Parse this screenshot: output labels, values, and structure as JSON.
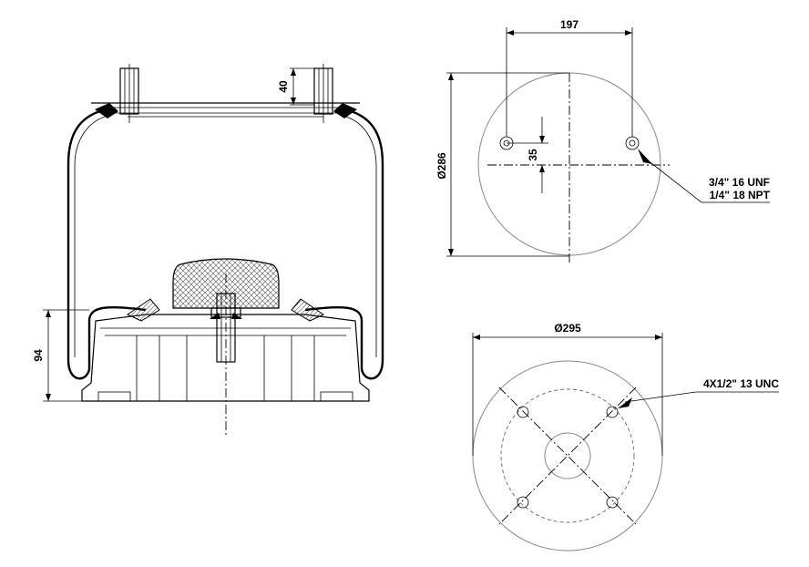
{
  "dimensions": {
    "top_width": "197",
    "top_diameter": "Ø286",
    "port_offset": "35",
    "bottom_diameter": "Ø295",
    "bracket_height": "40",
    "piston_height": "94"
  },
  "callouts": {
    "port_thread_1": "3/4\" 16 UNF",
    "port_thread_2": "1/4\" 18 NPT",
    "piston_bolts": "4X1/2\" 13 UNC"
  }
}
